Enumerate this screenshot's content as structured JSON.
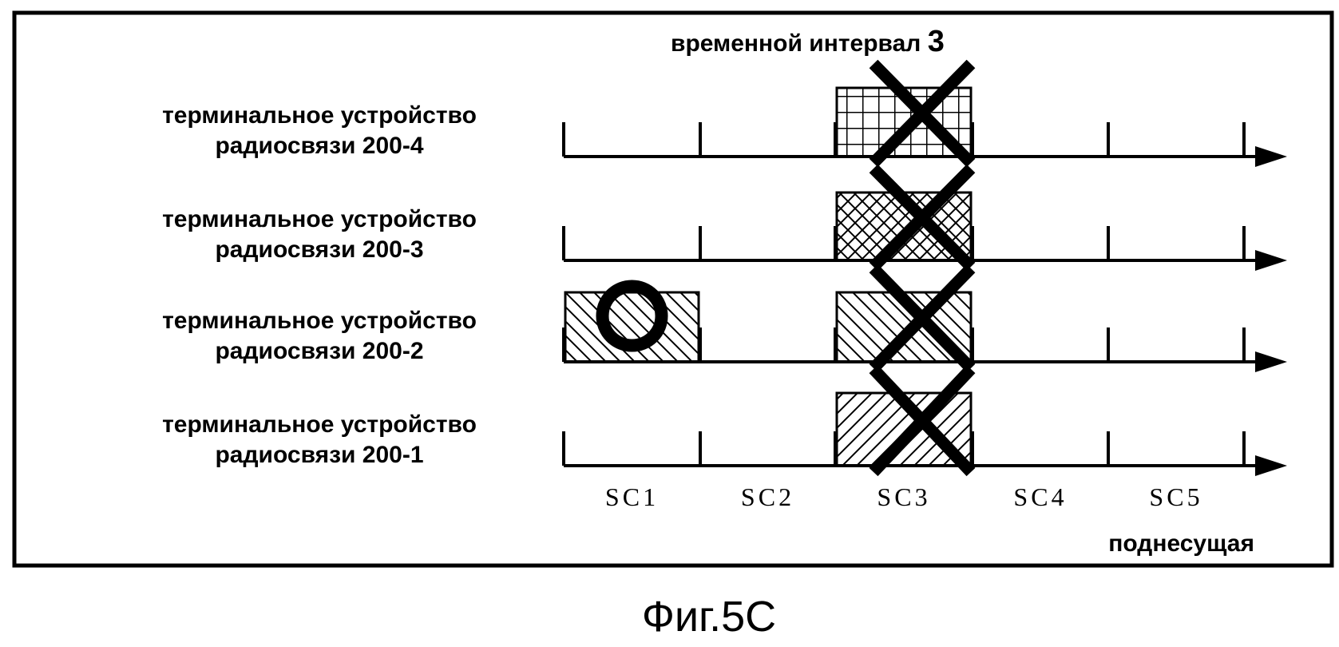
{
  "title": "временной интервал",
  "title_number": "3",
  "rows": [
    {
      "line1": "терминальное устройство",
      "line2": "радиосвязи 200-4",
      "pattern": "grid",
      "allocated": [
        "SC3"
      ],
      "marks": [
        {
          "sc": "SC3",
          "mark": "cross"
        }
      ]
    },
    {
      "line1": "терминальное устройство",
      "line2": "радиосвязи 200-3",
      "pattern": "crosshatch",
      "allocated": [
        "SC3"
      ],
      "marks": [
        {
          "sc": "SC3",
          "mark": "cross"
        }
      ]
    },
    {
      "line1": "терминальное устройство",
      "line2": "радиосвязи 200-2",
      "pattern": "backslash",
      "allocated": [
        "SC1",
        "SC3"
      ],
      "marks": [
        {
          "sc": "SC1",
          "mark": "circle"
        },
        {
          "sc": "SC3",
          "mark": "cross"
        }
      ]
    },
    {
      "line1": "терминальное устройство",
      "line2": "радиосвязи 200-1",
      "pattern": "slash",
      "allocated": [
        "SC3"
      ],
      "marks": [
        {
          "sc": "SC3",
          "mark": "cross"
        }
      ]
    }
  ],
  "subcarriers": [
    "SC1",
    "SC2",
    "SC3",
    "SC4",
    "SC5"
  ],
  "axis_label": "поднесущая",
  "caption": "Фиг.5C"
}
